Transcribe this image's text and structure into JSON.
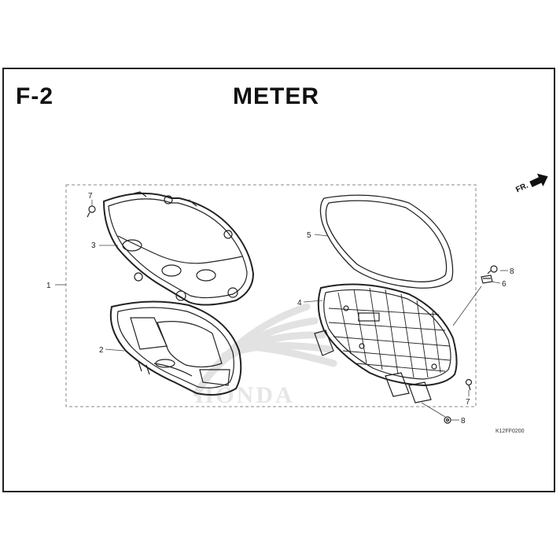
{
  "header": {
    "section_code": "F-2",
    "title": "METER"
  },
  "orientation": {
    "label": "FR."
  },
  "callouts": {
    "c1": "1",
    "c2": "2",
    "c3": "3",
    "c4": "4",
    "c5": "5",
    "c6": "6",
    "c7a": "7",
    "c7b": "7",
    "c8a": "8",
    "c8b": "8"
  },
  "footer": {
    "reference_code": "K12FF0200"
  },
  "colors": {
    "line": "#222222",
    "frame": "#222222",
    "dashed_box": "#888888",
    "watermark": "#e2e2e2",
    "background": "#ffffff"
  }
}
